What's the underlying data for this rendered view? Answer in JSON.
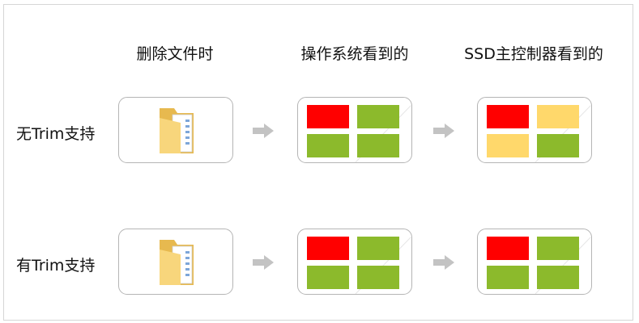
{
  "columns": [
    {
      "label": "删除文件时"
    },
    {
      "label": "操作系统看到的"
    },
    {
      "label": "SSD主控制器看到的"
    }
  ],
  "rows": [
    {
      "label": "无Trim支持",
      "os_blocks": [
        "red",
        "green",
        "green",
        "green"
      ],
      "ssd_blocks": [
        "red",
        "yellow",
        "yellow",
        "green"
      ]
    },
    {
      "label": "有Trim支持",
      "os_blocks": [
        "red",
        "green",
        "green",
        "green"
      ],
      "ssd_blocks": [
        "red",
        "green",
        "green",
        "green"
      ]
    }
  ],
  "colors": {
    "red": "#ff0000",
    "green": "#8cba2c",
    "yellow": "#ffd86b",
    "arrow": "#c3c3c3",
    "box_border": "#b5b5b5",
    "folder_back": "#e7b94f",
    "folder_front": "#f8d67c"
  },
  "icons": {
    "file": "folder-icon",
    "flow": "arrow-right-icon"
  }
}
